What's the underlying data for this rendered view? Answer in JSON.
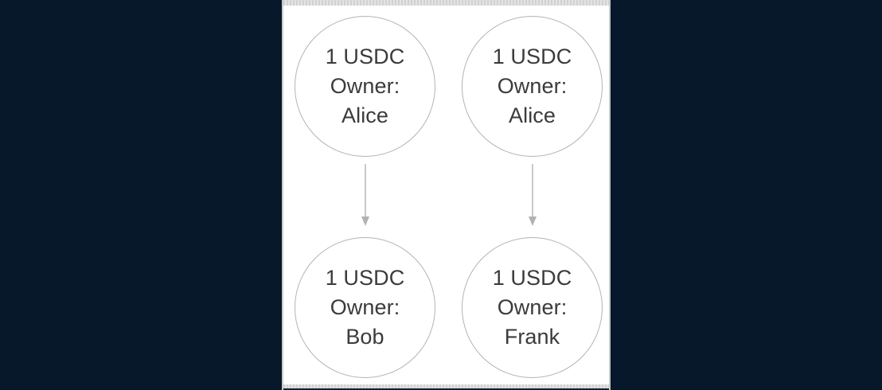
{
  "background": {
    "page_color": "#07182a",
    "panel_color": "#ffffff",
    "panel_border_color": "#c9cbcc"
  },
  "diagram": {
    "type": "flow",
    "node_stroke_color": "#b2b4b5",
    "node_text_color": "#3b3b3d",
    "arrow_color": "#b0b2b3",
    "nodes": [
      {
        "id": "top-left",
        "amount": "1 USDC",
        "owner_label": "Owner:",
        "owner_name": "Alice"
      },
      {
        "id": "top-right",
        "amount": "1 USDC",
        "owner_label": "Owner:",
        "owner_name": "Alice"
      },
      {
        "id": "bottom-left",
        "amount": "1 USDC",
        "owner_label": "Owner:",
        "owner_name": "Bob"
      },
      {
        "id": "bottom-right",
        "amount": "1 USDC",
        "owner_label": "Owner:",
        "owner_name": "Frank"
      }
    ],
    "edges": [
      {
        "id": "left-edge",
        "from": "top-left",
        "to": "bottom-left",
        "direction": "down"
      },
      {
        "id": "right-edge",
        "from": "top-right",
        "to": "bottom-right",
        "direction": "down"
      }
    ]
  }
}
